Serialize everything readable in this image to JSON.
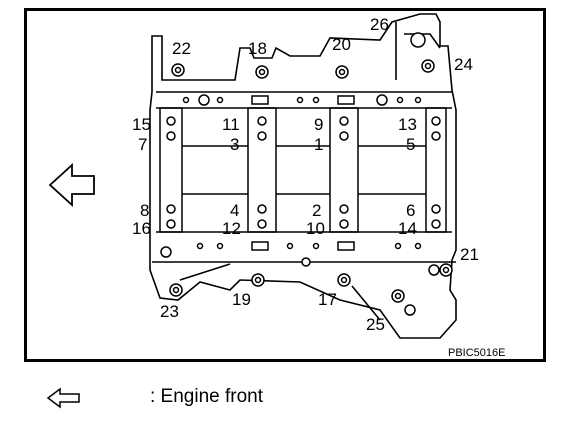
{
  "figure_code": "PBIC5016E",
  "legend": {
    "text": ": Engine front"
  },
  "icons": {
    "front_arrow": "left-arrow-icon",
    "legend_arrow": "left-arrow-icon"
  },
  "bolt_numbers": {
    "b1": "1",
    "b2": "2",
    "b3": "3",
    "b4": "4",
    "b5": "5",
    "b6": "6",
    "b7": "7",
    "b8": "8",
    "b9": "9",
    "b10": "10",
    "b11": "11",
    "b12": "12",
    "b13": "13",
    "b14": "14",
    "b15": "15",
    "b16": "16",
    "b17": "17",
    "b18": "18",
    "b19": "19",
    "b20": "20",
    "b21": "21",
    "b22": "22",
    "b23": "23",
    "b24": "24",
    "b25": "25",
    "b26": "26"
  }
}
